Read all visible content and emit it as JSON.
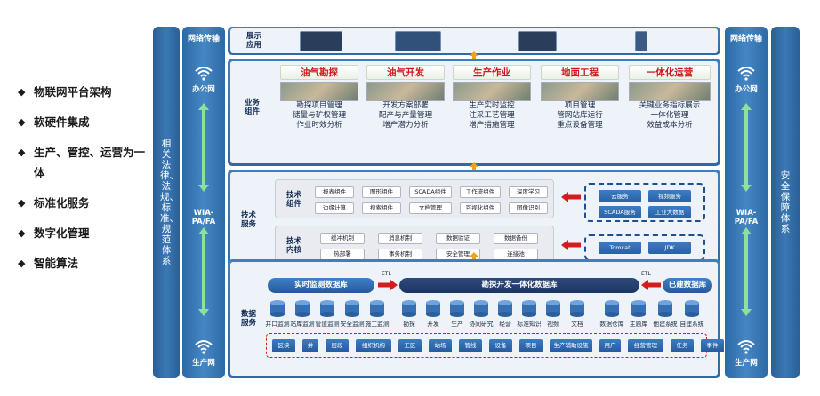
{
  "bullets": [
    "物联网平台架构",
    "软硬件集成",
    "生产、管控、运营为一体",
    "标准化服务",
    "数字化管理",
    "智能算法"
  ],
  "bullet_glyph": "◆",
  "left_band": "相关法律、法规、标准、规范体系",
  "right_band": "安全保障体系",
  "net": {
    "title": "网络传输",
    "top_label": "办公网",
    "middle_label": "WIA-PA/FA",
    "bottom_label": "生产网"
  },
  "display": {
    "label": "展示应用"
  },
  "business": {
    "label": "业务组件",
    "items": [
      {
        "title": "油气勘探",
        "lines": [
          "勘探项目管理",
          "储量与矿权管理",
          "作业时效分析"
        ]
      },
      {
        "title": "油气开发",
        "lines": [
          "开发方案部署",
          "配产与产量管理",
          "增产潜力分析"
        ]
      },
      {
        "title": "生产作业",
        "lines": [
          "生产实时监控",
          "注采工艺管理",
          "增产措施管理"
        ]
      },
      {
        "title": "地面工程",
        "lines": [
          "项目管理",
          "管网站库运行",
          "重点设备管理"
        ]
      },
      {
        "title": "一体化运营",
        "lines": [
          "关键业务指标展示",
          "一体化管理",
          "效益成本分析"
        ]
      }
    ]
  },
  "tech": {
    "label": "技术服务",
    "components_label": "技术组件",
    "components_row1": [
      "报表组件",
      "图形组件",
      "SCADA组件",
      "工作流组件",
      "深度学习"
    ],
    "components_row2": [
      "边缘计算",
      "搜索组件",
      "文档管理",
      "可视化组件",
      "图像识别"
    ],
    "kernel_label": "技术内核",
    "kernel_row1": [
      "缓冲机制",
      "消息机制",
      "数据验证",
      "数据备份"
    ],
    "kernel_row2": [
      "热部署",
      "事务机制",
      "安全管理",
      "连接池"
    ],
    "cloud_row1": [
      "云服务",
      "视频服务"
    ],
    "cloud_row2": [
      "SCADA服务",
      "工业大数据"
    ],
    "runtime": [
      "Tomcat",
      "JDK"
    ]
  },
  "data": {
    "label": "数据服务",
    "realtime_db": "实时监测数据库",
    "unified_db": "勘探开发一体化数据库",
    "existing_db": "已建数据库",
    "etl": "ETL",
    "cyl_left": [
      "井口监测",
      "站库监测",
      "管道监测",
      "安全监测",
      "施工监测"
    ],
    "cyl_mid": [
      "勘探",
      "开发",
      "生产",
      "协同研究",
      "经营",
      "标准知识",
      "视频",
      "文档"
    ],
    "cyl_right": [
      "数据仓库",
      "主题库",
      "他建系统",
      "自建系统"
    ],
    "entities": [
      "区块",
      "井",
      "层段",
      "组织机构",
      "工区",
      "站场",
      "管线",
      "设备",
      "项目",
      "生产辅助设施",
      "用户",
      "经营管理",
      "任务",
      "事件"
    ]
  },
  "colors": {
    "accent": "#2f69a8",
    "highlight_red": "#d0181c",
    "arrow_orange": "#f2a020",
    "arrow_green": "#8fe09a"
  }
}
